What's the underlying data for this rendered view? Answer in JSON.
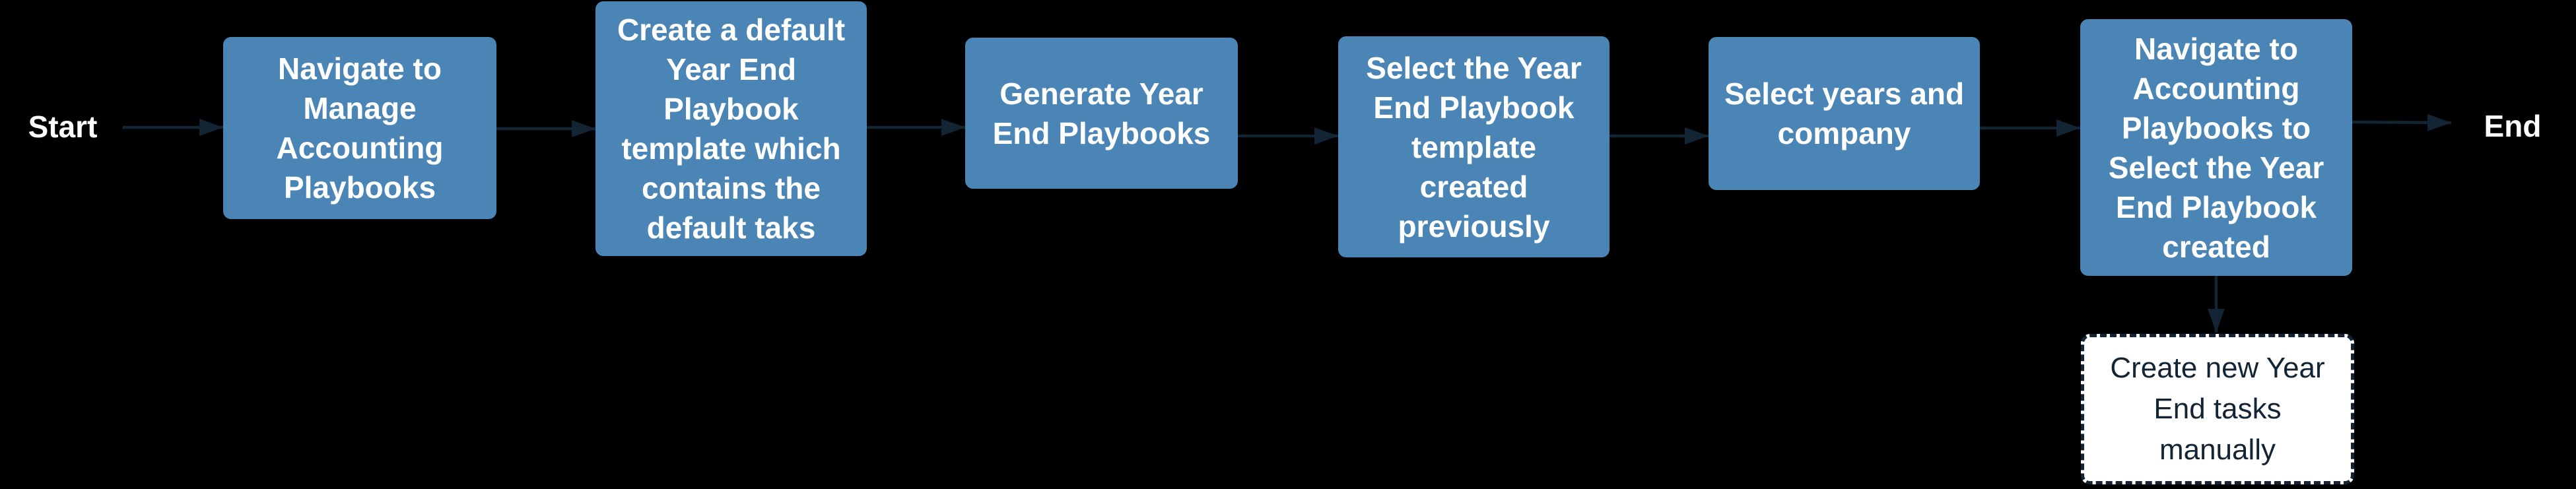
{
  "diagram": {
    "type": "flowchart",
    "direction": "left-to-right",
    "start_label": "Start",
    "end_label": "End",
    "steps": [
      {
        "id": "navigate-manage-accounting-playbooks",
        "kind": "process",
        "label": "Navigate to\nManage\nAccounting\nPlaybooks"
      },
      {
        "id": "create-default-template",
        "kind": "process",
        "label": "Create a default\nYear End\nPlaybook\ntemplate which\ncontains the\ndefault taks"
      },
      {
        "id": "generate-year-end-playbooks",
        "kind": "process",
        "label": "Generate Year\nEnd Playbooks"
      },
      {
        "id": "select-template-created-previously",
        "kind": "process",
        "label": "Select the Year\nEnd Playbook\ntemplate\ncreated\npreviously"
      },
      {
        "id": "select-years-and-company",
        "kind": "process",
        "label": "Select years and\ncompany"
      },
      {
        "id": "navigate-select-playbook-created",
        "kind": "process",
        "label": "Navigate to\nAccounting\nPlaybooks to\nSelect the Year\nEnd Playbook\ncreated"
      }
    ],
    "manual_task": {
      "id": "create-new-year-end-tasks-manually",
      "kind": "manual-dashed",
      "label": "Create new Year\nEnd tasks\nmanually"
    },
    "edges": [
      {
        "from": "start",
        "to": "navigate-manage-accounting-playbooks"
      },
      {
        "from": "navigate-manage-accounting-playbooks",
        "to": "create-default-template"
      },
      {
        "from": "create-default-template",
        "to": "generate-year-end-playbooks"
      },
      {
        "from": "generate-year-end-playbooks",
        "to": "select-template-created-previously"
      },
      {
        "from": "select-template-created-previously",
        "to": "select-years-and-company"
      },
      {
        "from": "select-years-and-company",
        "to": "navigate-select-playbook-created"
      },
      {
        "from": "navigate-select-playbook-created",
        "to": "end"
      },
      {
        "from": "navigate-select-playbook-created",
        "to": "create-new-year-end-tasks-manually"
      }
    ],
    "colors": {
      "background": "#000000",
      "node_fill": "#4A85B6",
      "node_text": "#FFFFFF",
      "edge": "#132434",
      "manual_fill": "#FFFFFF",
      "manual_border": "#132434",
      "manual_text": "#132434",
      "terminal_text": "#FFFFFF"
    }
  }
}
